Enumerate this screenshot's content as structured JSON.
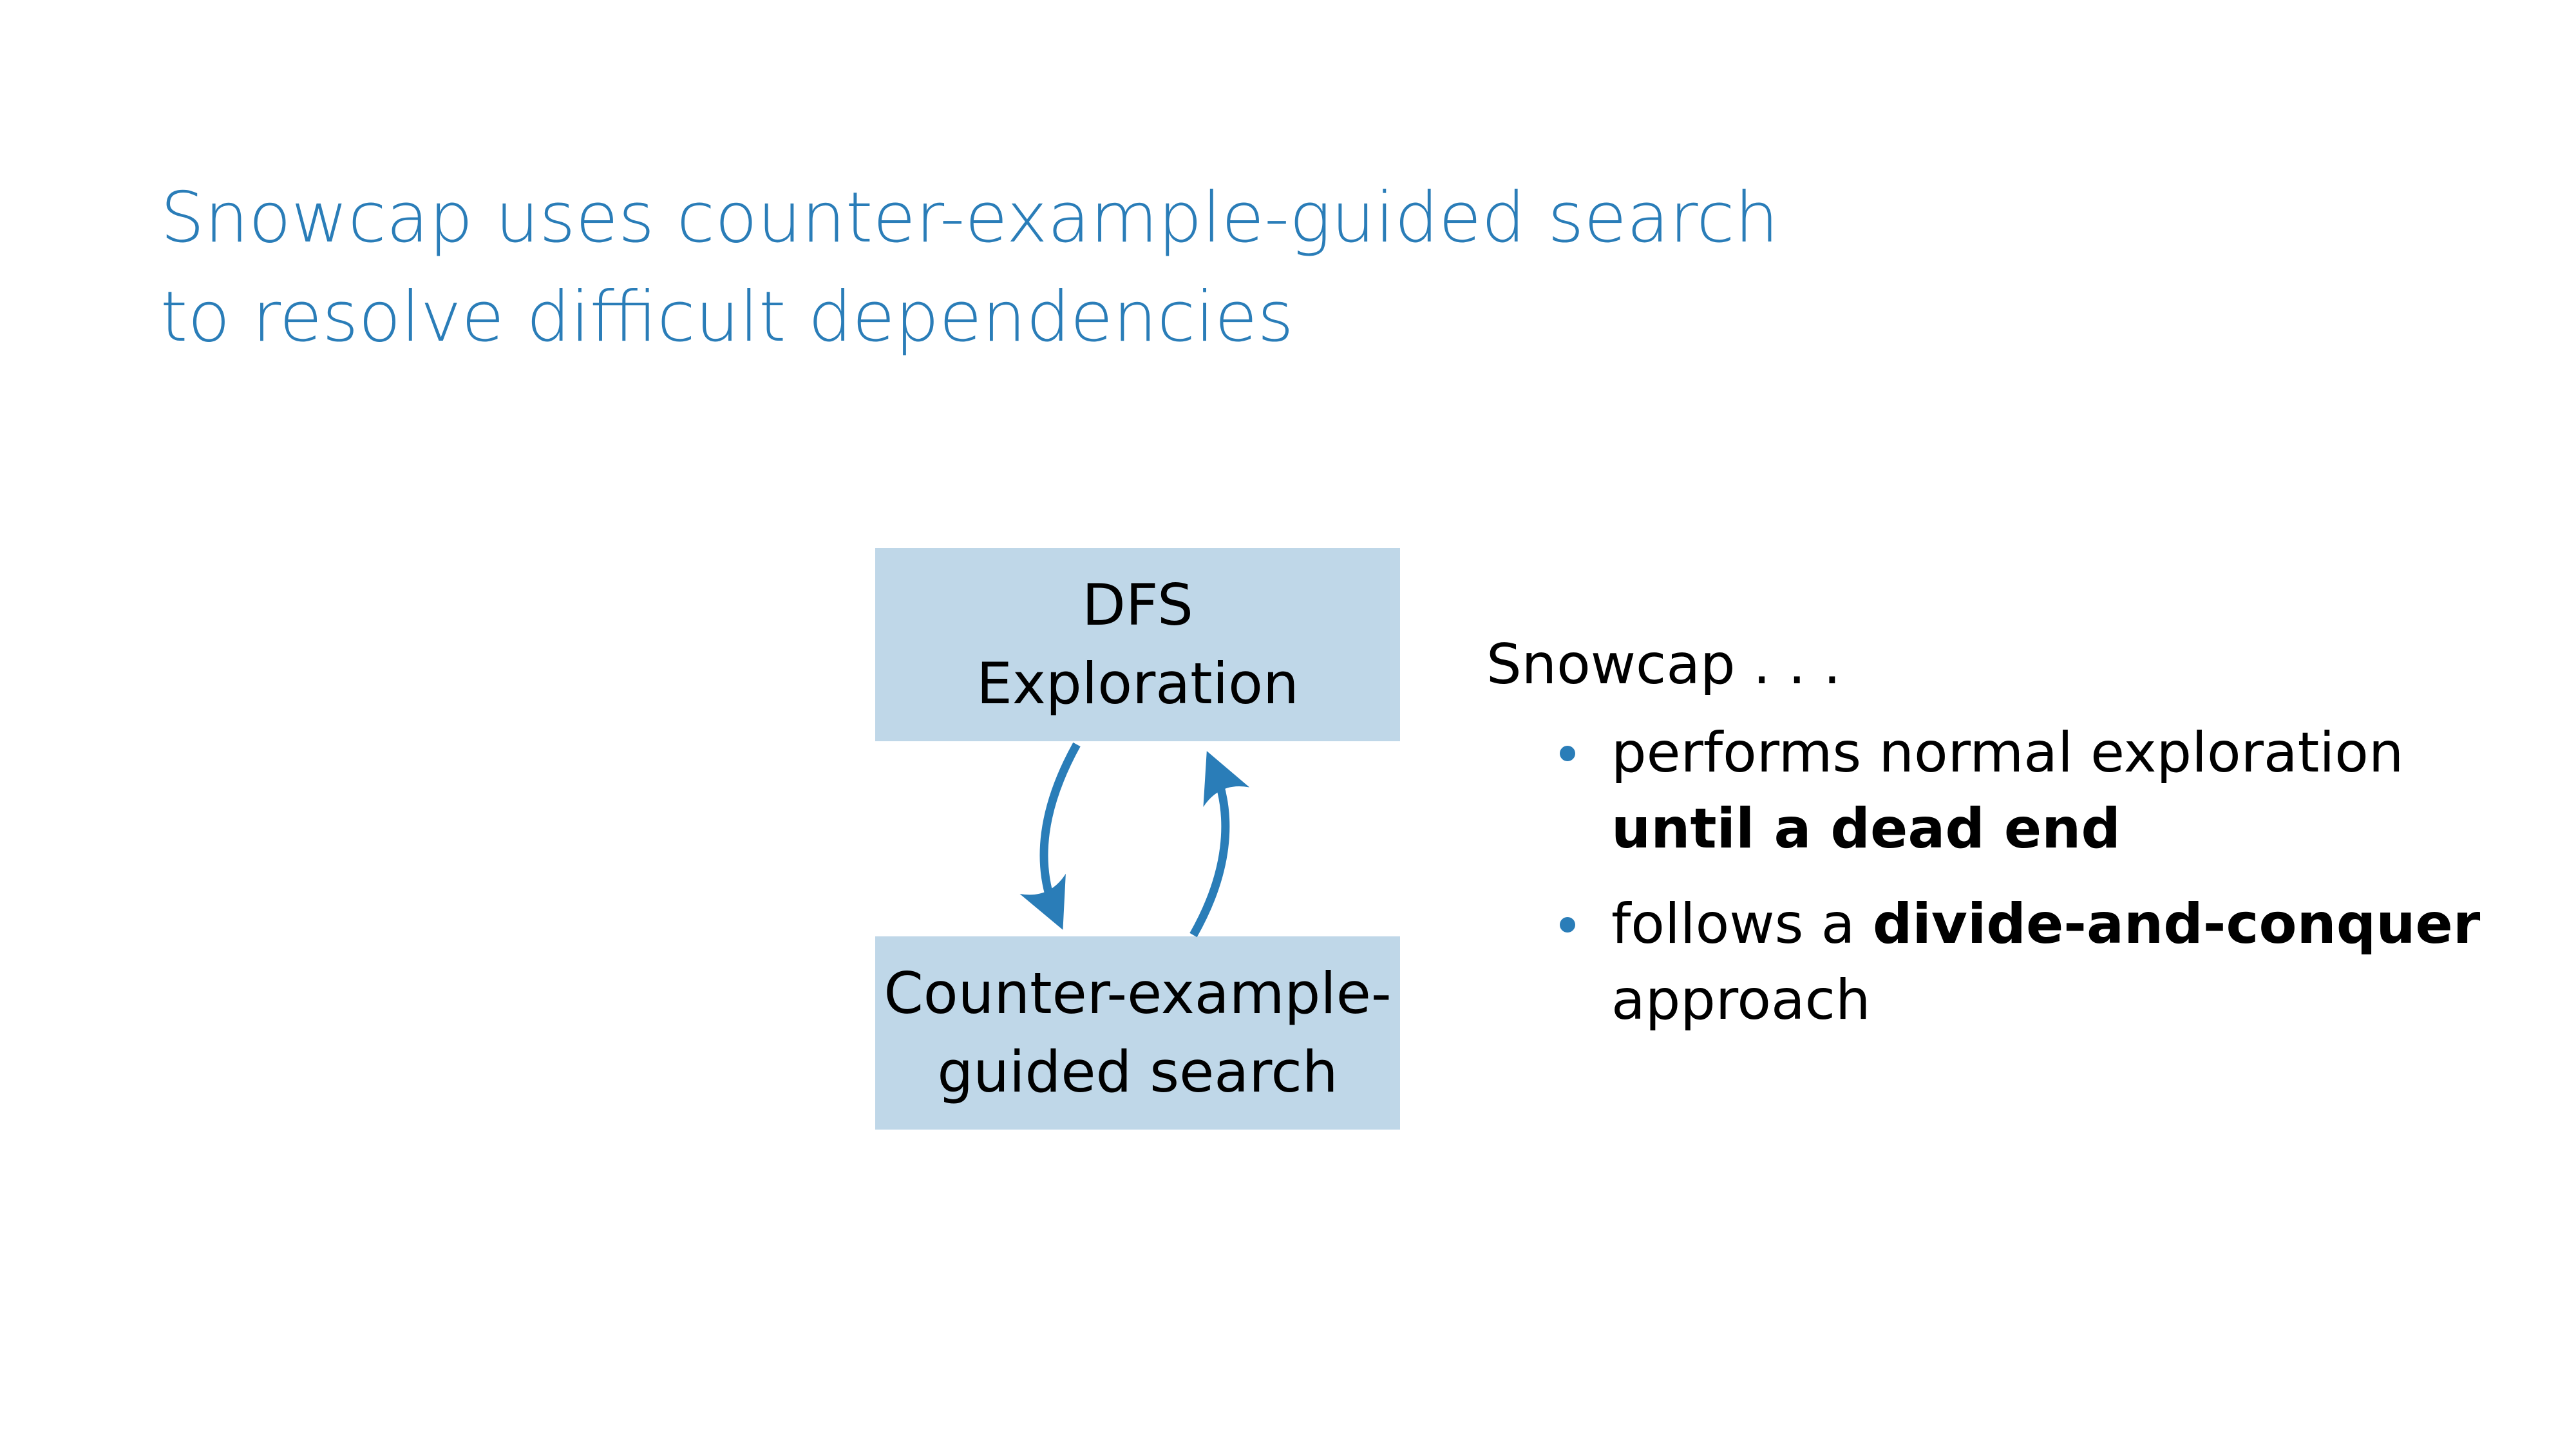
{
  "title": {
    "line1": "Snowcap uses counter-example-guided search",
    "line2": "to resolve difficult dependencies"
  },
  "diagram": {
    "top_box": {
      "line1": "DFS",
      "line2": "Exploration"
    },
    "bottom_box": {
      "line1": "Counter-example-",
      "line2": "guided search"
    },
    "colors": {
      "box": "#bfd7e8",
      "arrow": "#2a7db8"
    }
  },
  "side": {
    "intro": "Snowcap . . .",
    "bullets": [
      {
        "pre": "performs normal exploration",
        "bold": "until a dead end",
        "post": ""
      },
      {
        "pre": "follows a ",
        "bold": "divide-and-conquer",
        "post": "approach"
      }
    ]
  }
}
